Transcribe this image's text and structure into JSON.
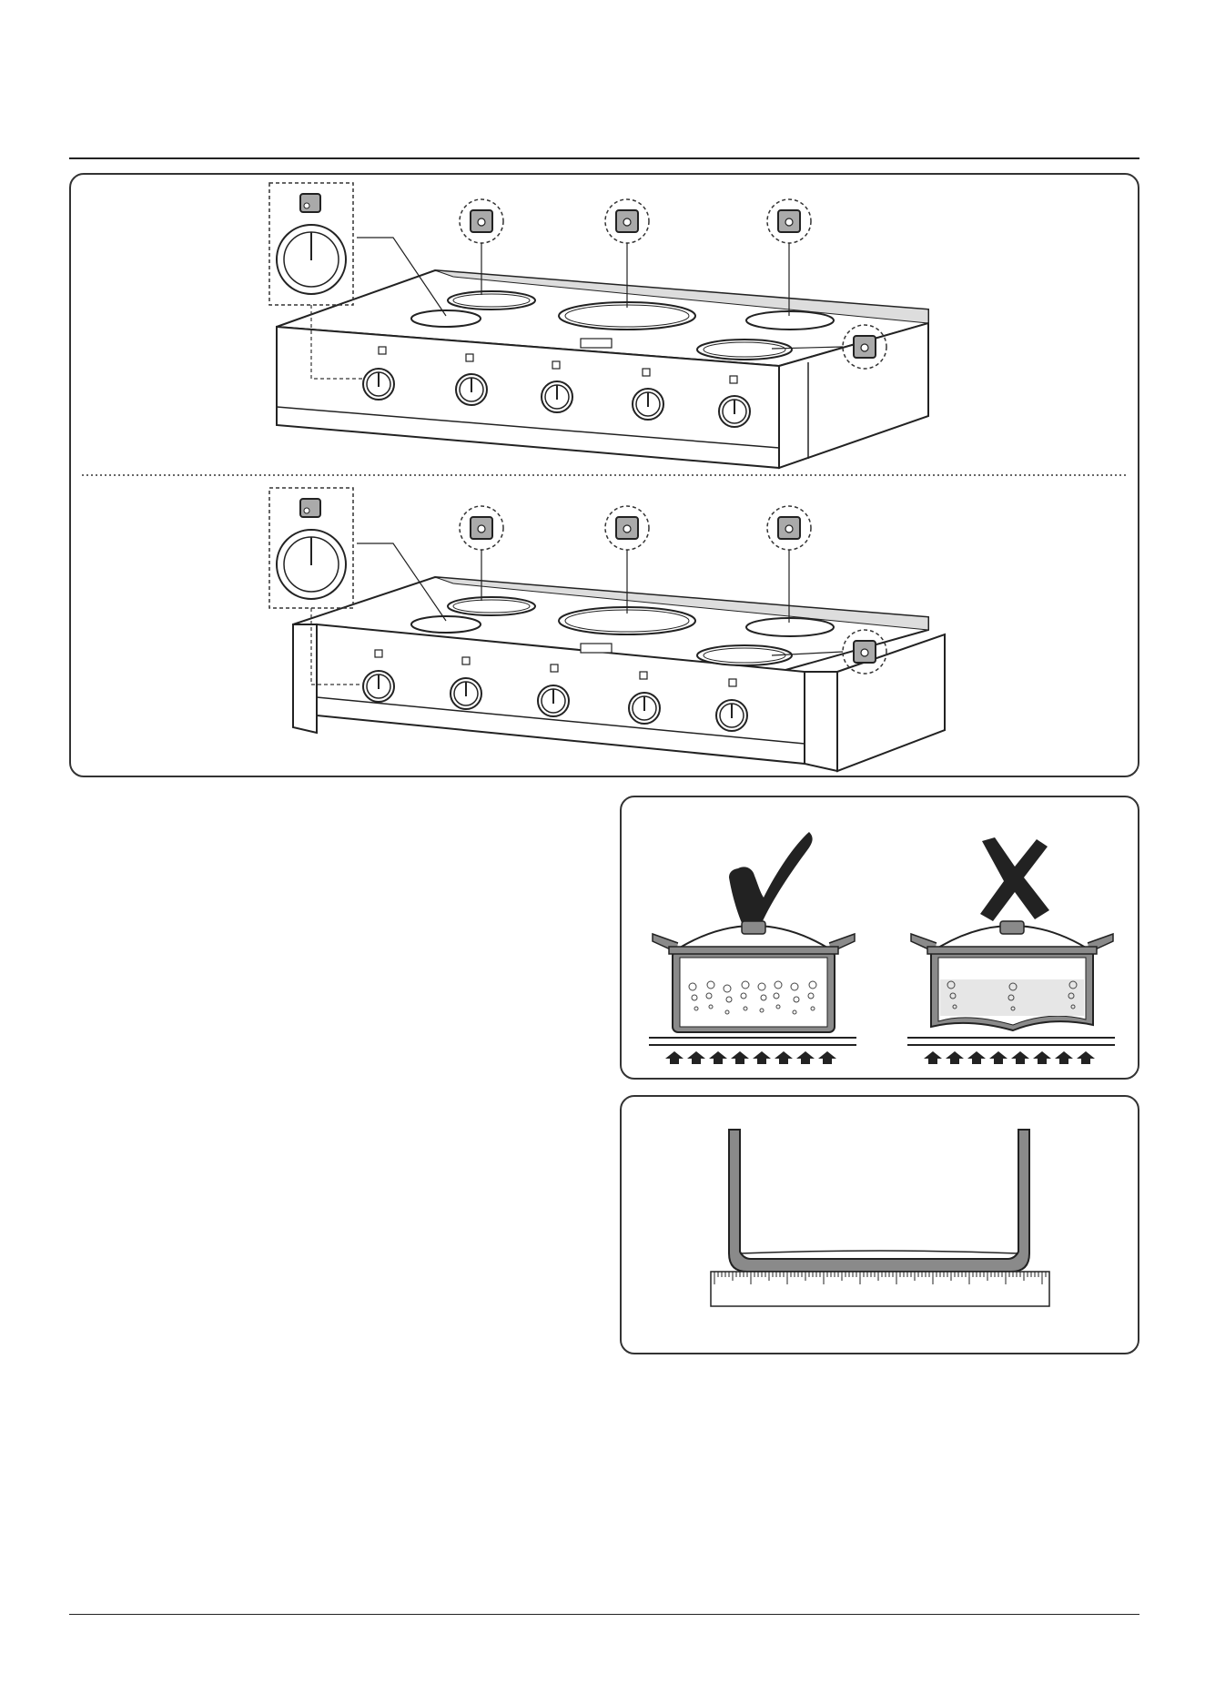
{
  "page": {
    "background": "#ffffff",
    "line_color": "#222222",
    "grey_fill": "#8a8a8a",
    "light_fill": "#e6e6e6"
  },
  "figures": {
    "cooktop_variants": 2,
    "knobs_per_cooktop": 5,
    "pans_comparison": [
      {
        "verdict": "correct",
        "symbol_icon": "check-mark-icon"
      },
      {
        "verdict": "incorrect",
        "symbol_icon": "cross-mark-icon"
      }
    ],
    "heat_arrows_per_pan": 8
  }
}
